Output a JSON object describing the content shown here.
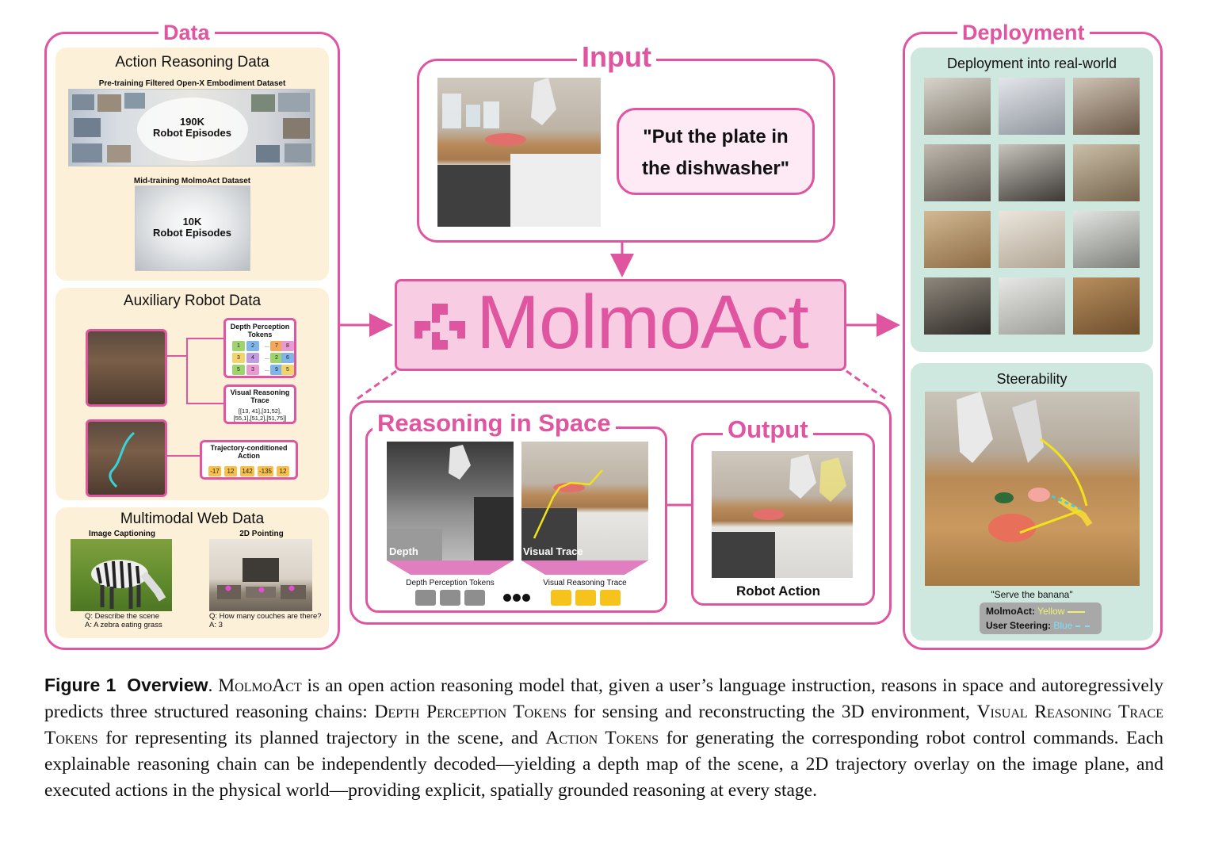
{
  "figure": {
    "data_section": {
      "title": "Data",
      "action_reasoning": {
        "title": "Action Reasoning Data",
        "pretraining_label": "Pre-training Filtered Open-X Embodiment Dataset",
        "pretraining_count": "190K",
        "pretraining_unit": "Robot Episodes",
        "midtraining_label": "Mid-training MolmoAct Dataset",
        "midtraining_count": "10K",
        "midtraining_unit": "Robot Episodes"
      },
      "auxiliary": {
        "title": "Auxiliary Robot Data",
        "depth_box": "Depth Perception Tokens",
        "depth_chip_values": [
          "1",
          "2",
          "...",
          "7",
          "8",
          "3",
          "4",
          "...",
          "2",
          "6",
          "5",
          "3",
          "...",
          "9",
          "5"
        ],
        "trace_box": "Visual Reasoning Trace",
        "trace_values_line1": "[[13, 41],[31,52],",
        "trace_values_line2": "[55,1],[51,2],[51,75]]",
        "action_box": "Trajectory-conditioned Action",
        "action_values": [
          "-17",
          "12",
          "142",
          "-135",
          "12"
        ]
      },
      "web": {
        "title": "Multimodal Web Data",
        "captioning_label": "Image Captioning",
        "captioning_q": "Q: Describe the scene",
        "captioning_a": "A: A zebra eating grass",
        "pointing_label": "2D Pointing",
        "pointing_q": "Q: How many couches are there?",
        "pointing_a": "A: 3"
      }
    },
    "input_section": {
      "title": "Input",
      "instruction_line1": "\"Put the plate in",
      "instruction_line2": "the dishwasher\""
    },
    "model": {
      "name": "MolmoAct"
    },
    "reasoning_section": {
      "title": "Reasoning in Space",
      "depth_tag": "Depth",
      "trace_tag": "Visual Trace",
      "depth_tokens_label": "Depth Perception Tokens",
      "trace_tokens_label": "Visual Reasoning Trace"
    },
    "output_section": {
      "title": "Output",
      "label": "Robot Action"
    },
    "deployment_section": {
      "title": "Deployment",
      "realworld_title": "Deployment into real-world",
      "steerability_title": "Steerability",
      "steer_instruction": "\"Serve the banana\"",
      "legend_molmo_label": "MolmoAct:",
      "legend_molmo_value": "Yellow",
      "legend_user_label": "User Steering:",
      "legend_user_value": "Blue"
    },
    "colors": {
      "accent_pink": "#e0559f",
      "beige_panel": "#fdf0d8",
      "teal_panel": "#cfe8df",
      "token_gray": "#8e8e8e",
      "token_yellow": "#f6c21c",
      "trace_yellow": "#f2e11b",
      "steer_blue": "#47c6e6"
    }
  },
  "caption": {
    "label": "Figure 1",
    "heading": "Overview",
    "t1": ". ",
    "molmoact": "MolmoAct",
    "t2": " is an open action reasoning model that, given a user’s language instruction, reasons in space and autoregressively predicts three structured reasoning chains: ",
    "depth_tokens": "Depth Perception Tokens",
    "t3": " for sensing and reconstructing the 3D environment, ",
    "trace_tokens": "Visual Reasoning Trace Tokens",
    "t4": " for representing its planned trajectory in the scene, and ",
    "action_tokens": "Action Tokens",
    "t5": " for generating the corresponding robot control commands. Each explainable reasoning chain can be independently decoded—yielding a depth map of the scene, a 2D trajectory overlay on the image plane, and executed actions in the physical world—providing explicit, spatially grounded reasoning at every stage."
  }
}
